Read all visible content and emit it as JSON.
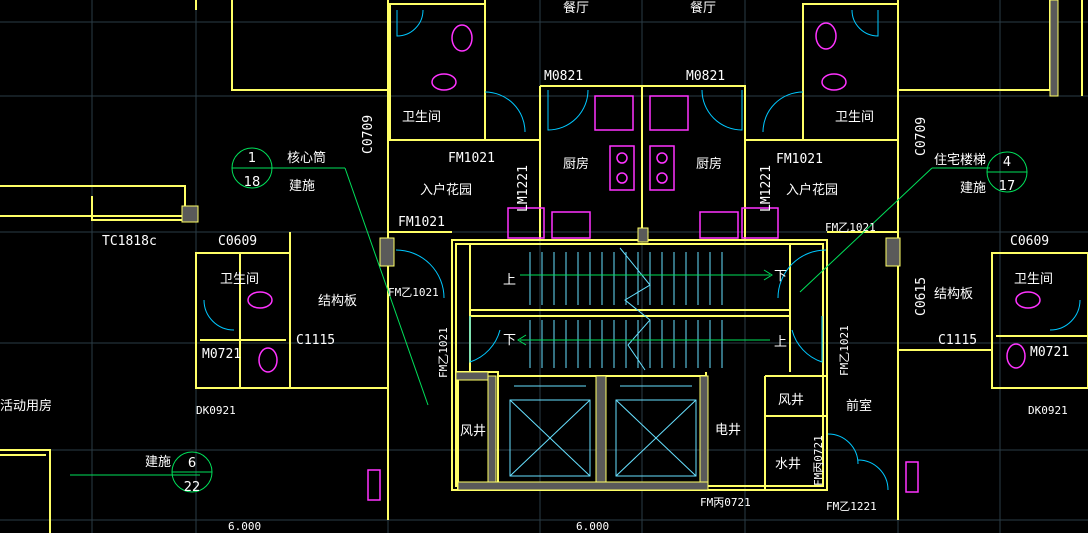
{
  "colors": {
    "background": "#000000",
    "wall": "#ffff66",
    "wall_fill": "#5a5a5a",
    "grid": "#2a3c46",
    "door": "#00c8ff",
    "fixture": "#ff33ff",
    "leader": "#00e05a",
    "stair": "#66e0ff",
    "text": "#ffffff"
  },
  "rooms": {
    "dining_left": "餐厅",
    "dining_right": "餐厅",
    "bath_top_left": "卫生间",
    "bath_top_right": "卫生间",
    "bath_mid_left": "卫生间",
    "bath_mid_right": "卫生间",
    "kitchen_left": "厨房",
    "kitchen_right": "厨房",
    "garden_left": "入户花园",
    "garden_right": "入户花园",
    "slab_left": "结构板",
    "slab_right": "结构板",
    "activity": "活动用房",
    "shaft_wind_left": "风井",
    "shaft_wind_right": "风井",
    "shaft_elec": "电井",
    "shaft_water": "水井",
    "anteroom": "前室"
  },
  "stair_marks": {
    "up_top": "上",
    "down_top": "下",
    "down_bottom": "下",
    "up_bottom": "上"
  },
  "codes": {
    "m0821_left": "M0821",
    "m0821_right": "M0821",
    "c0709_left": "C0709",
    "c0709_right": "C0709",
    "fm1021_left": "FM1021",
    "fm1021_right": "FM1021",
    "fm1021_mid": "FM1021",
    "lm1221_left": "LM1221",
    "lm1221_right": "LM1221",
    "fm_z1021_a": "FM乙1021",
    "fm_z1021_b": "FM乙1021",
    "fm_z1021_c": "FM乙1021",
    "fm_z1021_d": "FM乙1021",
    "tc1818": "TC1818c",
    "c0609_left": "C0609",
    "c0609_right": "C0609",
    "c0615": "C0615",
    "c1115_left": "C1115",
    "c1115_right": "C1115",
    "m0721_left": "M0721",
    "m0721_right": "M0721",
    "dk0921_left": "DK0921",
    "dk0921_right": "DK0921",
    "fm_bing0721_a": "FM丙0721",
    "fm_bing0721_b": "FM丙0721",
    "fm_z1221": "FM乙1221"
  },
  "callouts": {
    "core": {
      "title": "核心筒",
      "sub": "建施",
      "num": "1",
      "sheet": "18"
    },
    "stair": {
      "title": "住宅楼梯",
      "sub": "建施",
      "num": "4",
      "sheet": "17"
    },
    "bottom": {
      "sub": "建施",
      "num": "6",
      "sheet": "22"
    }
  },
  "dimensions": {
    "left": "6.000",
    "right": "6.000"
  }
}
